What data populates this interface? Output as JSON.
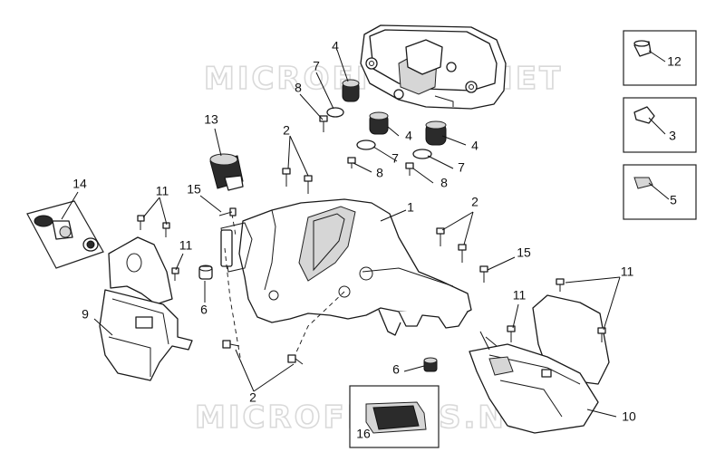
{
  "watermark": "MICROFICHES.NET",
  "callouts": {
    "c1": "1",
    "c2a": "2",
    "c2b": "2",
    "c2c": "2",
    "c3": "3",
    "c4a": "4",
    "c4b": "4",
    "c4c": "4",
    "c5": "5",
    "c6a": "6",
    "c6b": "6",
    "c7a": "7",
    "c7b": "7",
    "c7c": "7",
    "c8a": "8",
    "c8b": "8",
    "c8c": "8",
    "c9": "9",
    "c10": "10",
    "c11a": "11",
    "c11b": "11",
    "c11c": "11",
    "c11d": "11",
    "c12": "12",
    "c13": "13",
    "c14": "14",
    "c15a": "15",
    "c15b": "15",
    "c16": "16"
  },
  "colors": {
    "line": "#1a1a1a",
    "watermark": "#d9d9d9",
    "background": "#ffffff"
  }
}
